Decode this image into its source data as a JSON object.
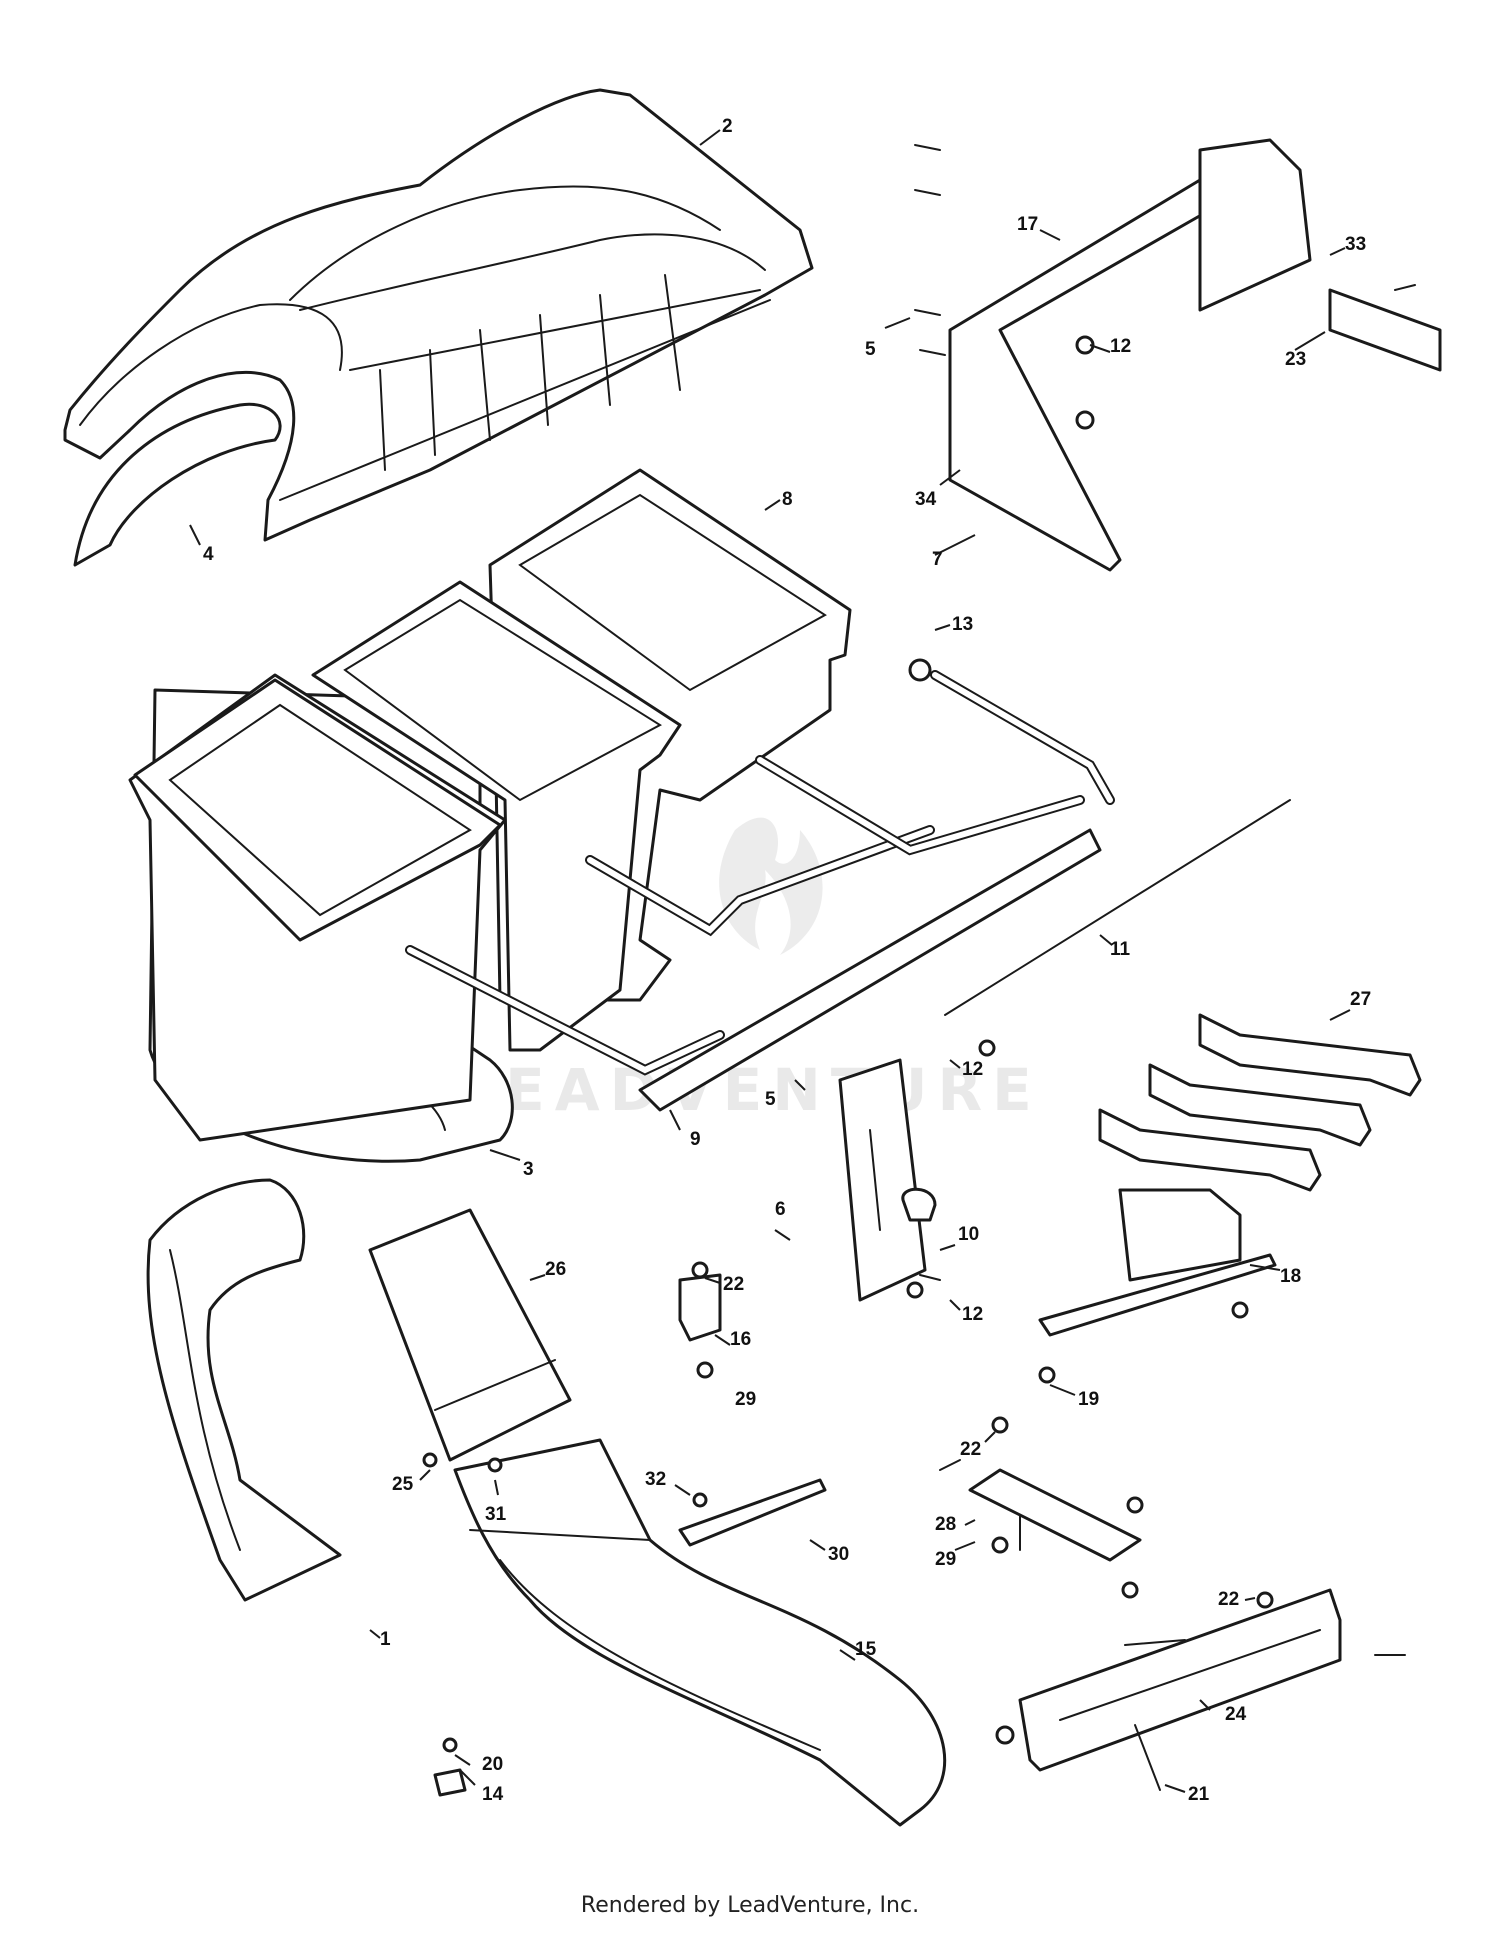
{
  "watermark": "LEADVENTURE",
  "footer": "Rendered by LeadVenture, Inc.",
  "callouts": [
    "1",
    "2",
    "3",
    "4",
    "5",
    "5",
    "6",
    "7",
    "8",
    "9",
    "10",
    "11",
    "12",
    "12",
    "12",
    "13",
    "14",
    "15",
    "16",
    "17",
    "18",
    "19",
    "20",
    "21",
    "22",
    "22",
    "22",
    "23",
    "24",
    "25",
    "26",
    "27",
    "28",
    "29",
    "29",
    "30",
    "31",
    "32",
    "33",
    "34"
  ]
}
